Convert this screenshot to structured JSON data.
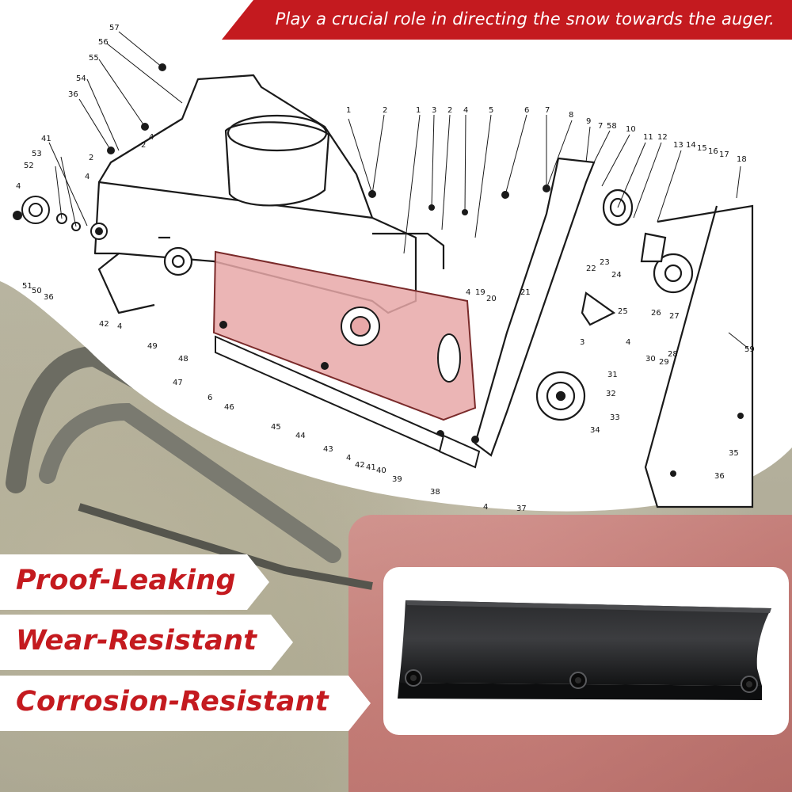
{
  "banner": {
    "text": "Play a crucial role in directing the snow towards the auger."
  },
  "features": [
    {
      "label": "Proof-Leaking"
    },
    {
      "label": "Wear-Resistant"
    },
    {
      "label": "Corrosion-Resistant"
    }
  ],
  "diagram": {
    "highlighted_part": "46",
    "callouts": [
      "57",
      "56",
      "55",
      "54",
      "36",
      "41",
      "53",
      "52",
      "4",
      "2",
      "1",
      "3",
      "5",
      "6",
      "7",
      "8",
      "9",
      "58",
      "10",
      "11",
      "12",
      "13",
      "14",
      "15",
      "16",
      "17",
      "18",
      "51",
      "50",
      "42",
      "49",
      "48",
      "47",
      "45",
      "44",
      "43",
      "40",
      "39",
      "38",
      "37",
      "35",
      "34",
      "33",
      "32",
      "31",
      "30",
      "29",
      "28",
      "27",
      "26",
      "25",
      "24",
      "23",
      "22",
      "21",
      "20",
      "19",
      "59"
    ]
  },
  "colors": {
    "accent": "#c41a1f",
    "highlight": "#e8a8a8",
    "panel": "#ffffff"
  }
}
